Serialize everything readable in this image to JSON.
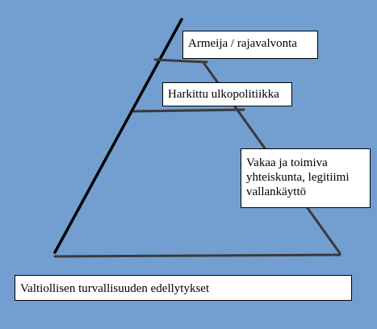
{
  "diagram": {
    "colors": {
      "background": "#729fcf",
      "box_fill": "#ffffff",
      "line": "#000000",
      "side_line": "#3a3a3a"
    },
    "levels": [
      {
        "lines": [
          "Armeija / rajavalvonta"
        ]
      },
      {
        "lines": [
          "Harkittu ulkopolitiikka"
        ]
      },
      {
        "lines": [
          "Vakaa ja toimiva",
          "yhteiskunta, legitiimi",
          "vallankäyttö"
        ]
      }
    ],
    "base": {
      "text": "Valtiollisen turvallisuuden edellytykset"
    }
  }
}
